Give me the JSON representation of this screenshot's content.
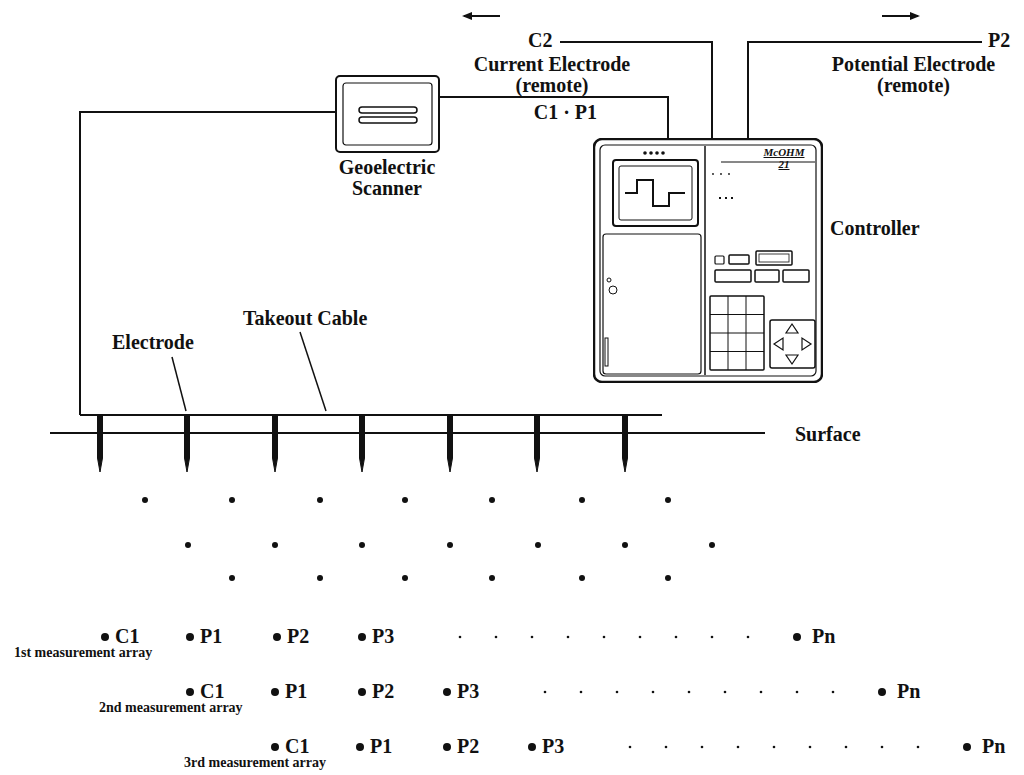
{
  "diagram": {
    "nodes": [
      {
        "text": [
          "Geoelectric Scanner"
        ]
      },
      {
        "text": [
          "McOHM 21",
          "Controller"
        ]
      }
    ],
    "edges": [
      {
        "from": 0,
        "to": 1,
        "arrow": "none",
        "label": "C1 · P1"
      }
    ],
    "labels": [
      "C2",
      "Current Electrode (remote)",
      "P2",
      "Potential Electrode (remote)",
      "Takeout Cable",
      "Electrode",
      "Surface",
      "C1",
      "P1",
      "P2",
      "P3",
      "Pn",
      "1st measurement array",
      "C1",
      "P1",
      "P2",
      "P3",
      "Pn",
      "2nd measurement array",
      "C1",
      "P1",
      "P2",
      "P3",
      "Pn",
      "3rd measurement array"
    ]
  }
}
